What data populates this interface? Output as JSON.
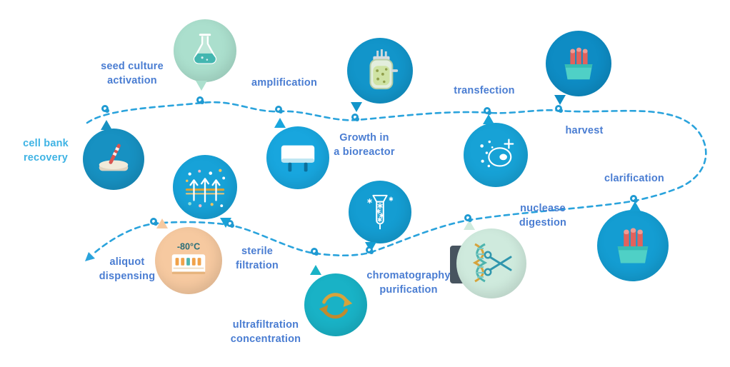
{
  "palette": {
    "path": "#2aa3dc",
    "node": "#1f9ad2",
    "label_blue": "#4a7dd2",
    "label_teal": "#3eb3e4"
  },
  "steps": [
    {
      "name": "cell-bank-recovery",
      "lines": [
        "cell bank",
        "recovery"
      ],
      "balloon_color": "#1791c2",
      "label_color": "#3eb3e4",
      "icon": "petri-dish"
    },
    {
      "name": "seed-culture-activation",
      "lines": [
        "seed culture",
        "activation"
      ],
      "balloon_color": "#abdfcd",
      "label_color": "#4a7dd2",
      "icon": "flask"
    },
    {
      "name": "amplification",
      "lines": [
        "amplification"
      ],
      "balloon_color": "#18a6de",
      "label_color": "#4a7dd2",
      "icon": "culture-device"
    },
    {
      "name": "bioreactor-growth",
      "lines": [
        "Growth in",
        "a bioreactor"
      ],
      "balloon_color": "#1295ca",
      "label_color": "#4a7dd2",
      "icon": "bioreactor"
    },
    {
      "name": "transfection",
      "lines": [
        "transfection"
      ],
      "balloon_color": "#17a2d6",
      "label_color": "#4a7dd2",
      "icon": "cells"
    },
    {
      "name": "harvest",
      "lines": [
        "harvest"
      ],
      "balloon_color": "#0e8cc4",
      "label_color": "#4a7dd2",
      "icon": "test-tubes"
    },
    {
      "name": "clarification",
      "lines": [
        "clarification"
      ],
      "balloon_color": "#149dd2",
      "label_color": "#4a7dd2",
      "icon": "test-tubes"
    },
    {
      "name": "nuclease-digestion",
      "lines": [
        "nuclease",
        "digestion"
      ],
      "balloon_color": "#cfeadd",
      "label_color": "#4a7dd2",
      "icon": "dna-scissors"
    },
    {
      "name": "chromatography-purification",
      "lines": [
        "chromatography",
        "purification"
      ],
      "balloon_color": "#149dd2",
      "label_color": "#4a7dd2",
      "icon": "column-crystals"
    },
    {
      "name": "ultrafiltration-concentration",
      "lines": [
        "ultrafiltration",
        "concentration"
      ],
      "balloon_color": "#19b2c6",
      "label_color": "#4a7dd2",
      "icon": "circulation-arrows"
    },
    {
      "name": "sterile-filtration",
      "lines": [
        "sterile",
        "filtration"
      ],
      "balloon_color": "#17a2d8",
      "label_color": "#4a7dd2",
      "icon": "membrane-filter"
    },
    {
      "name": "aliquot-dispensing",
      "lines": [
        "aliquot",
        "dispensing"
      ],
      "balloon_color": "#f6c9a0",
      "label_color": "#4a7dd2",
      "icon": "freezer",
      "icon_text": "-80°C"
    }
  ]
}
